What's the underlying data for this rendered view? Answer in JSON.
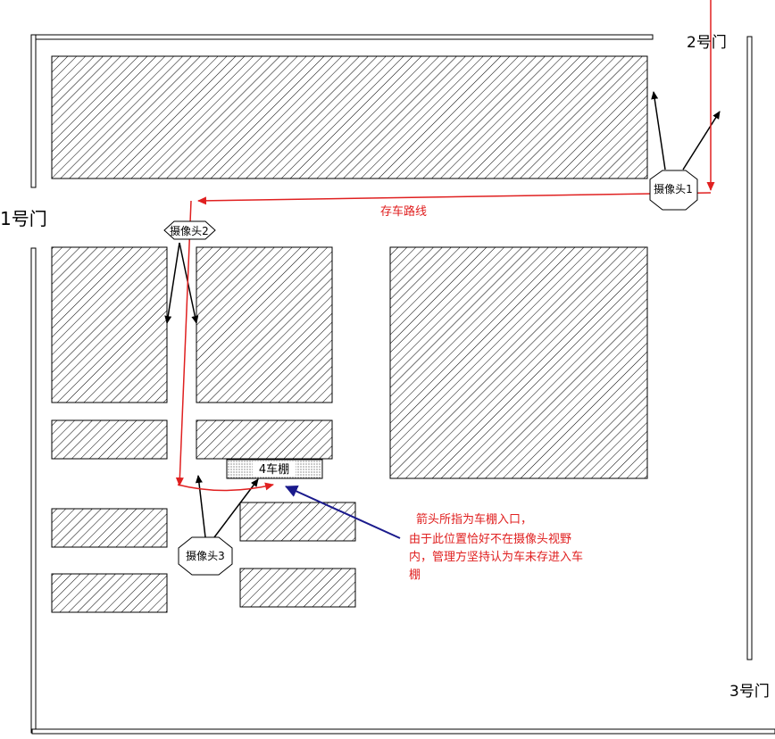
{
  "gates": {
    "gate1": "1号门",
    "gate2": "2号门",
    "gate3": "3号门"
  },
  "cameras": {
    "cam1": "摄像头1",
    "cam2": "摄像头2",
    "cam3": "摄像头3"
  },
  "shed": {
    "label": "4车棚"
  },
  "route": {
    "label": "存车路线"
  },
  "annotation": {
    "line1": "箭头所指为车棚入口，",
    "line2": "由于此位置恰好不在摄像头视野",
    "line3": "内，管理方坚持认为车未存进入车",
    "line4": "棚"
  },
  "colors": {
    "route": "#e02020",
    "annotation_text": "#e02020",
    "annotation_arrow": "#1a1a8c",
    "hatch": "#000000"
  }
}
